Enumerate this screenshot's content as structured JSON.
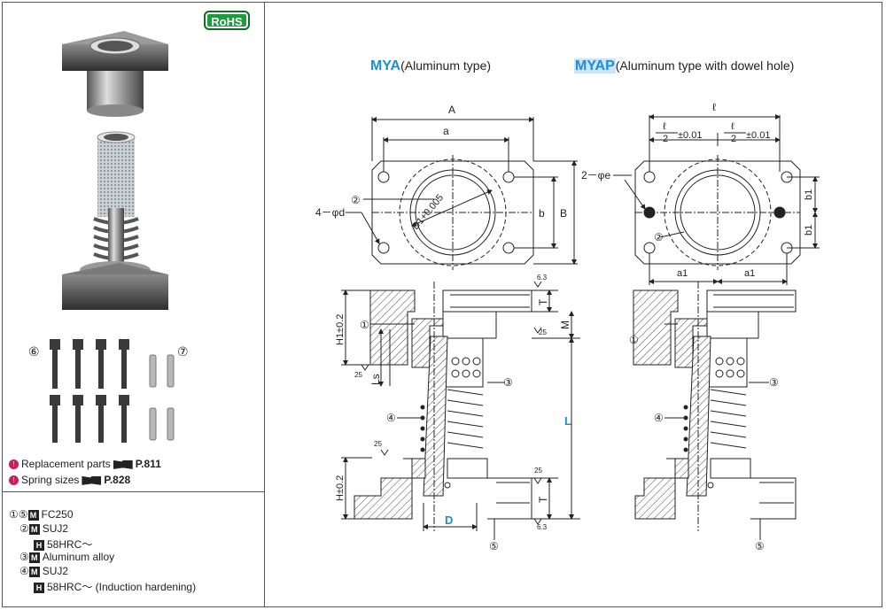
{
  "badge": "RoHS",
  "photo_labels": {
    "bolts": "⑥",
    "pins": "⑦"
  },
  "references": [
    {
      "text": "Replacement parts",
      "page": "P.811"
    },
    {
      "text": "Spring sizes",
      "page": "P.828"
    }
  ],
  "materials": [
    {
      "num": "①⑤",
      "mark": "M",
      "text": "FC250"
    },
    {
      "num": "②",
      "mark": "M",
      "text": "SUJ2"
    },
    {
      "num": "",
      "mark": "H",
      "text": "58HRC～"
    },
    {
      "num": "③",
      "mark": "M",
      "text": "Aluminum alloy"
    },
    {
      "num": "④",
      "mark": "M",
      "text": "SUJ2"
    },
    {
      "num": "",
      "mark": "H",
      "text": "58HRC～ (Induction hardening)"
    }
  ],
  "titles": {
    "mya_code": "MYA",
    "mya_desc": "(Aluminum type)",
    "myap_code": "MYAP",
    "myap_desc": "(Aluminum type with dowel hole)"
  },
  "dims": {
    "A": "A",
    "a": "a",
    "b": "b",
    "B": "B",
    "D1": "D1+0.005",
    "D1_lower": "0",
    "d": "4－φd",
    "l": "ℓ",
    "l_half": "ℓ",
    "l_half_den": "2",
    "tol": "±0.01",
    "e": "2－φe",
    "b1": "b1",
    "a1": "a1",
    "H": "H±0.2",
    "H1": "H1±0.2",
    "Ls": "Ls",
    "L": "L",
    "T": "T",
    "M": "M",
    "D": "D",
    "r25": "25",
    "r63": "6.3"
  },
  "callouts": {
    "c1": "①",
    "c2": "②",
    "c3": "③",
    "c4": "④",
    "c5": "⑤"
  },
  "colors": {
    "accent": "#1b8fd0",
    "rohs": "#1e9b3c",
    "pin": "#c8205a"
  }
}
